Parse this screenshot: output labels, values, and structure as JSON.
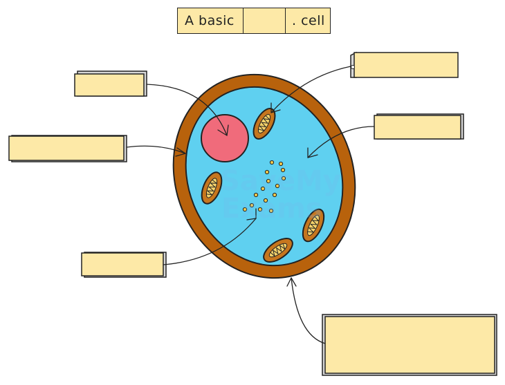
{
  "title": {
    "prefix": "A basic",
    "blank": "",
    "suffix": ". cell"
  },
  "watermark": {
    "line1": "SaveMy",
    "line2": "Exams"
  },
  "labels": {
    "top_left": "",
    "left": "",
    "top_right": "",
    "right": "",
    "bottom_left": "",
    "bottom_right": ""
  },
  "colors": {
    "cell_wall": "#b8620c",
    "cytoplasm": "#5fd0f0",
    "nucleus": "#f06b7b",
    "mitochondria": "#c6761e",
    "mitochondria_inner": "#f6d36b",
    "granules": "#f1c84b",
    "label_box": "#fde9a7",
    "outline": "#222222"
  }
}
